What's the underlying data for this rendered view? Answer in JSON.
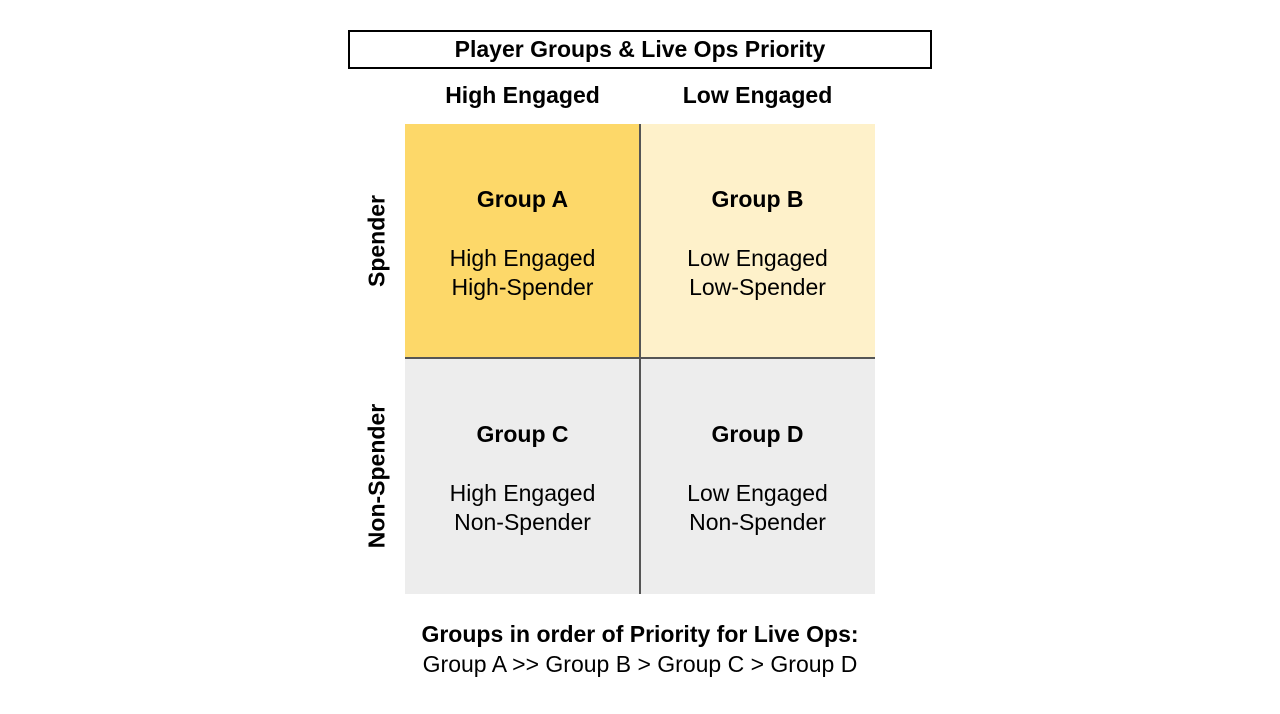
{
  "title": "Player Groups & Live Ops Priority",
  "columns": [
    "High Engaged",
    "Low Engaged"
  ],
  "rows": [
    "Spender",
    "Non-Spender"
  ],
  "cells": [
    {
      "group": "Group A",
      "line1": "High Engaged",
      "line2": "High-Spender",
      "color": "#FDD869"
    },
    {
      "group": "Group B",
      "line1": "Low Engaged",
      "line2": "Low-Spender",
      "color": "#FEF1CA"
    },
    {
      "group": "Group C",
      "line1": "High Engaged",
      "line2": "Non-Spender",
      "color": "#EDEDED"
    },
    {
      "group": "Group D",
      "line1": "Low Engaged",
      "line2": "Non-Spender",
      "color": "#EDEDED"
    }
  ],
  "footer": {
    "heading": "Groups in order of Priority for Live Ops:",
    "order": "Group A >> Group B > Group C > Group D"
  }
}
